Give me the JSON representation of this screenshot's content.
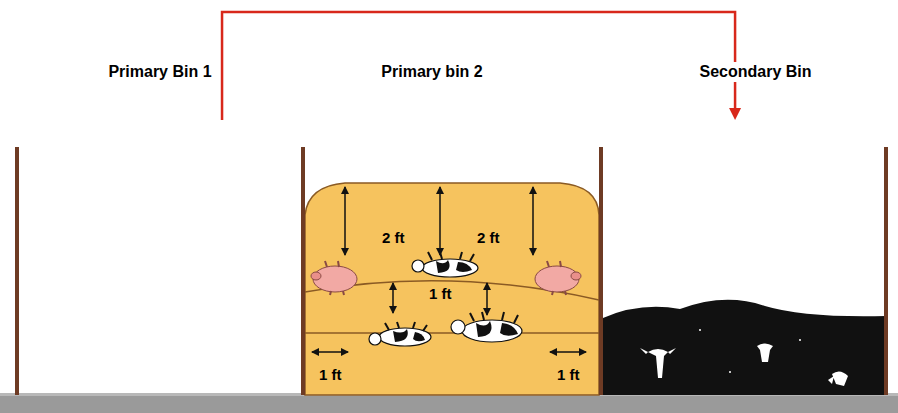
{
  "diagram": {
    "nodes": [
      {
        "text": [
          "Primary Bin 1"
        ]
      },
      {
        "text": [
          "Primary bin 2"
        ]
      },
      {
        "text": [
          "Secondary Bin"
        ]
      }
    ],
    "edges": [
      {
        "from": 0,
        "to": 2,
        "arrow": "to"
      }
    ],
    "labels": [
      "2 ft",
      "2 ft",
      "1 ft",
      "1 ft",
      "1 ft"
    ]
  }
}
